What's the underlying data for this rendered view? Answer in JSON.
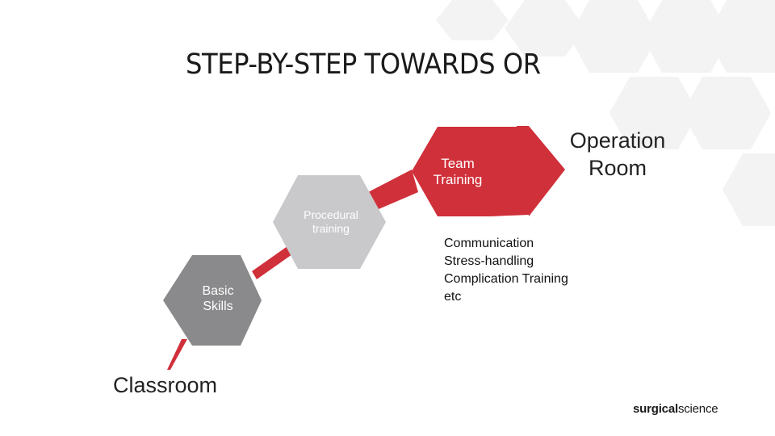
{
  "title": "STEP-BY-STEP TOWARDS OR",
  "steps": {
    "classroom": "Classroom",
    "basic_skills": [
      "Basic",
      "Skills"
    ],
    "procedural_training": [
      "Procedural",
      "training"
    ],
    "team_training": [
      "Team",
      "Training"
    ],
    "operation_room": [
      "Operation",
      "Room"
    ]
  },
  "team_training_details": [
    "Communication",
    "Stress-handling",
    "Complication Training",
    "etc"
  ],
  "logo": {
    "bold": "surgical",
    "regular": "science"
  },
  "colors": {
    "red": "#d0303a",
    "gray_dark": "#8a8a8c",
    "gray_light": "#c9c8ca",
    "background_hex": "#f3f3f3"
  }
}
